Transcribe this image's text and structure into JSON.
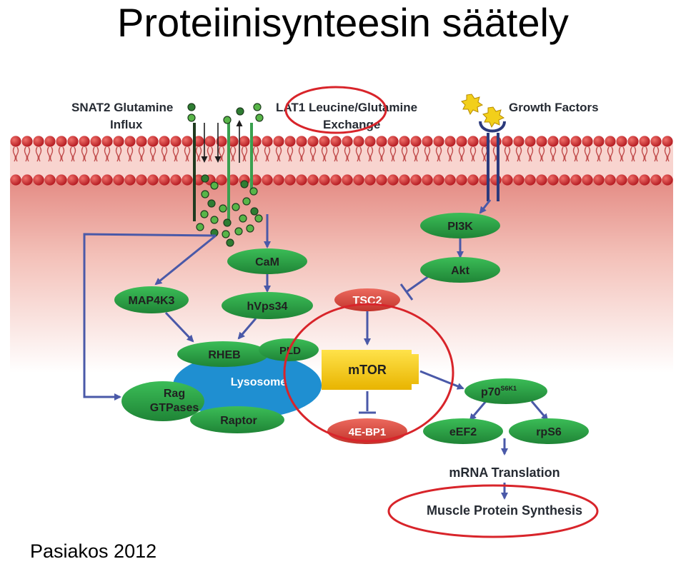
{
  "slide": {
    "title": "Proteiinisynteesin säätely",
    "citation": "Pasiakos 2012"
  },
  "diagram": {
    "labels": {
      "snat2_line1": "SNAT2 Glutamine",
      "snat2_line2": "Influx",
      "lat1_line1": "LAT1 Leucine/Glutamine",
      "lat1_line2": "Exchange",
      "growth_factors": "Growth Factors",
      "mrna_translation": "mRNA Translation",
      "muscle_protein_synthesis": "Muscle Protein Synthesis"
    },
    "nodes": {
      "pi3k": "PI3K",
      "akt": "Akt",
      "tsc2": "TSC2",
      "cam": "CaM",
      "map4k3": "MAP4K3",
      "hvps34": "hVps34",
      "rheb": "RHEB",
      "pld": "PLD",
      "lysosome": "Lysosome",
      "rag_line1": "Rag",
      "rag_line2": "GTPases",
      "raptor": "Raptor",
      "mtor": "mTOR",
      "p70_main": "p70",
      "p70_sup": "S6K1",
      "eef2": "eEF2",
      "rps6": "rpS6",
      "fourebp1": "4E-BP1"
    },
    "colors": {
      "green_node": "#2e9e45",
      "red_node": "#d8463d",
      "mtor_yellow": "#f5c800",
      "lysosome_blue": "#1f8fd1",
      "arrow_blue": "#4a59a8",
      "highlight_red": "#d8242a",
      "cell_pink": "#e9938a",
      "membrane_red": "#c8232a"
    }
  }
}
